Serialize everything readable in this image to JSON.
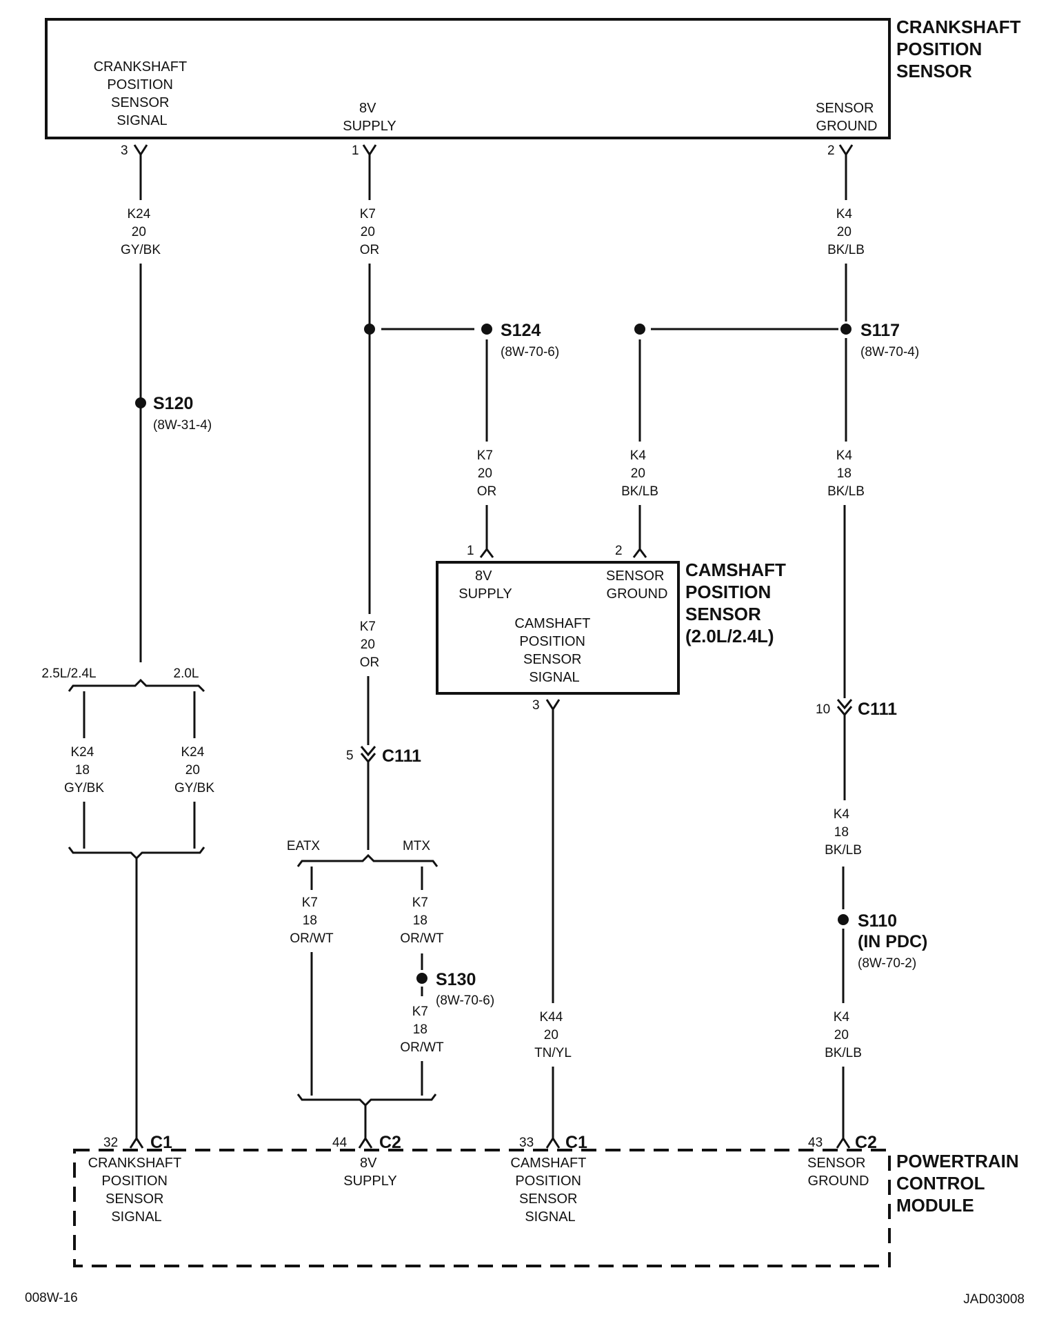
{
  "components": {
    "ckp_title": [
      "CRANKSHAFT",
      "POSITION",
      "SENSOR"
    ],
    "ckp_pins": {
      "signal": [
        "CRANKSHAFT",
        "POSITION",
        "SENSOR",
        "SIGNAL"
      ],
      "supply": [
        "8V",
        "SUPPLY"
      ],
      "ground": [
        "SENSOR",
        "GROUND"
      ]
    },
    "cmp_title": [
      "CAMSHAFT",
      "POSITION",
      "SENSOR",
      "(2.0L/2.4L)"
    ],
    "cmp_pins": {
      "supply": [
        "8V",
        "SUPPLY"
      ],
      "ground": [
        "SENSOR",
        "GROUND"
      ],
      "signal": [
        "CAMSHAFT",
        "POSITION",
        "SENSOR",
        "SIGNAL"
      ]
    },
    "pcm_title": [
      "POWERTRAIN",
      "CONTROL",
      "MODULE"
    ],
    "pcm_pins": {
      "crank": [
        "CRANKSHAFT",
        "POSITION",
        "SENSOR",
        "SIGNAL"
      ],
      "supply": [
        "8V",
        "SUPPLY"
      ],
      "cam": [
        "CAMSHAFT",
        "POSITION",
        "SENSOR",
        "SIGNAL"
      ],
      "ground": [
        "SENSOR",
        "GROUND"
      ]
    }
  },
  "pins": {
    "ckp_signal": "3",
    "ckp_supply": "1",
    "ckp_ground": "2",
    "cmp_supply": "1",
    "cmp_ground": "2",
    "cmp_signal": "3",
    "c111_k7": "5",
    "c111_k4": "10",
    "pcm_32": "32",
    "pcm_44": "44",
    "pcm_33": "33",
    "pcm_43": "43"
  },
  "connectors": {
    "c111_a": "C111",
    "c111_b": "C111",
    "pcm_c1a": "C1",
    "pcm_c2a": "C2",
    "pcm_c1b": "C1",
    "pcm_c2b": "C2"
  },
  "splices": {
    "s124": {
      "name": "S124",
      "ref": "(8W-70-6)"
    },
    "s117": {
      "name": "S117",
      "ref": "(8W-70-4)"
    },
    "s120": {
      "name": "S120",
      "ref": "(8W-31-4)"
    },
    "s130": {
      "name": "S130",
      "ref": "(8W-70-6)"
    },
    "s110": {
      "name": "S110",
      "sub": "(IN PDC)",
      "ref": "(8W-70-2)"
    }
  },
  "wires": {
    "k24_top": [
      "K24",
      "20",
      "GY/BK"
    ],
    "k7_top": [
      "K7",
      "20",
      "OR"
    ],
    "k4_top": [
      "K4",
      "20",
      "BK/LB"
    ],
    "k7_cam": [
      "K7",
      "20",
      "OR"
    ],
    "k4_cam": [
      "K4",
      "20",
      "BK/LB"
    ],
    "k4_right": [
      "K4",
      "18",
      "BK/LB"
    ],
    "k7_mid": [
      "K7",
      "20",
      "OR"
    ],
    "k24_left": [
      "K24",
      "18",
      "GY/BK"
    ],
    "k24_right": [
      "K24",
      "20",
      "GY/BK"
    ],
    "k7_eatx": [
      "K7",
      "18",
      "OR/WT"
    ],
    "k7_mtx": [
      "K7",
      "18",
      "OR/WT"
    ],
    "k7_s130": [
      "K7",
      "18",
      "OR/WT"
    ],
    "k44": [
      "K44",
      "20",
      "TN/YL"
    ],
    "k4_mid": [
      "K4",
      "18",
      "BK/LB"
    ],
    "k4_bot": [
      "K4",
      "20",
      "BK/LB"
    ]
  },
  "options": {
    "engine_a": "2.5L/2.4L",
    "engine_b": "2.0L",
    "trans_a": "EATX",
    "trans_b": "MTX"
  },
  "footer": {
    "left_code": "008W-16",
    "right_code": "JAD03008"
  }
}
